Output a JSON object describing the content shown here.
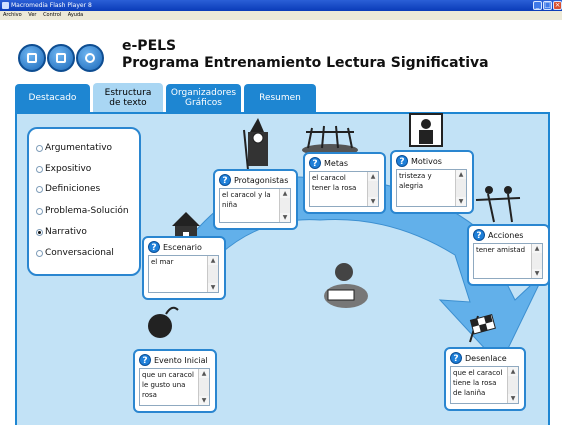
{
  "window": {
    "title": "Macromedia Flash Player 8",
    "minimize_glyph": "_",
    "maximize_glyph": "□",
    "close_glyph": "×"
  },
  "menu": [
    "Archivo",
    "Ver",
    "Control",
    "Ayuda"
  ],
  "header": {
    "title": "e-PELS",
    "subtitle": "Programa Entrenamiento Lectura Significativa"
  },
  "tabs": [
    {
      "label": "Destacado",
      "active": false
    },
    {
      "label": "Estructura de texto",
      "active": true
    },
    {
      "label": "Organizadores Gráficos",
      "active": false
    },
    {
      "label": "Resumen",
      "active": false
    }
  ],
  "text_types": {
    "options": [
      "Argumentativo",
      "Expositivo",
      "Definiciones",
      "Problema-Solución",
      "Narrativo",
      "Conversacional"
    ],
    "selected": "Narrativo"
  },
  "help_glyph": "?",
  "scroll_up_glyph": "▲",
  "scroll_down_glyph": "▼",
  "nodes": {
    "escenario": {
      "title": "Escenario",
      "text": "el mar"
    },
    "protagonistas": {
      "title": "Protagonistas",
      "text": "el caracol y la niña"
    },
    "metas": {
      "title": "Metas",
      "text": "el caracol tener la rosa"
    },
    "motivos": {
      "title": "Motivos",
      "text": "tristeza y alegria"
    },
    "acciones": {
      "title": "Acciones",
      "text": "tener amistad"
    },
    "evento_inicial": {
      "title": "Evento Inicial",
      "text": "que un caracol le gusto una rosa"
    },
    "desenlace": {
      "title": "Desenlace",
      "text": "que el caracol tiene la rosa de laniña"
    }
  },
  "colors": {
    "accent": "#1e86d2",
    "panel_bg": "#c2e2f6",
    "arrow": "#62b0ea",
    "active_tab": "#a9d6f3"
  }
}
